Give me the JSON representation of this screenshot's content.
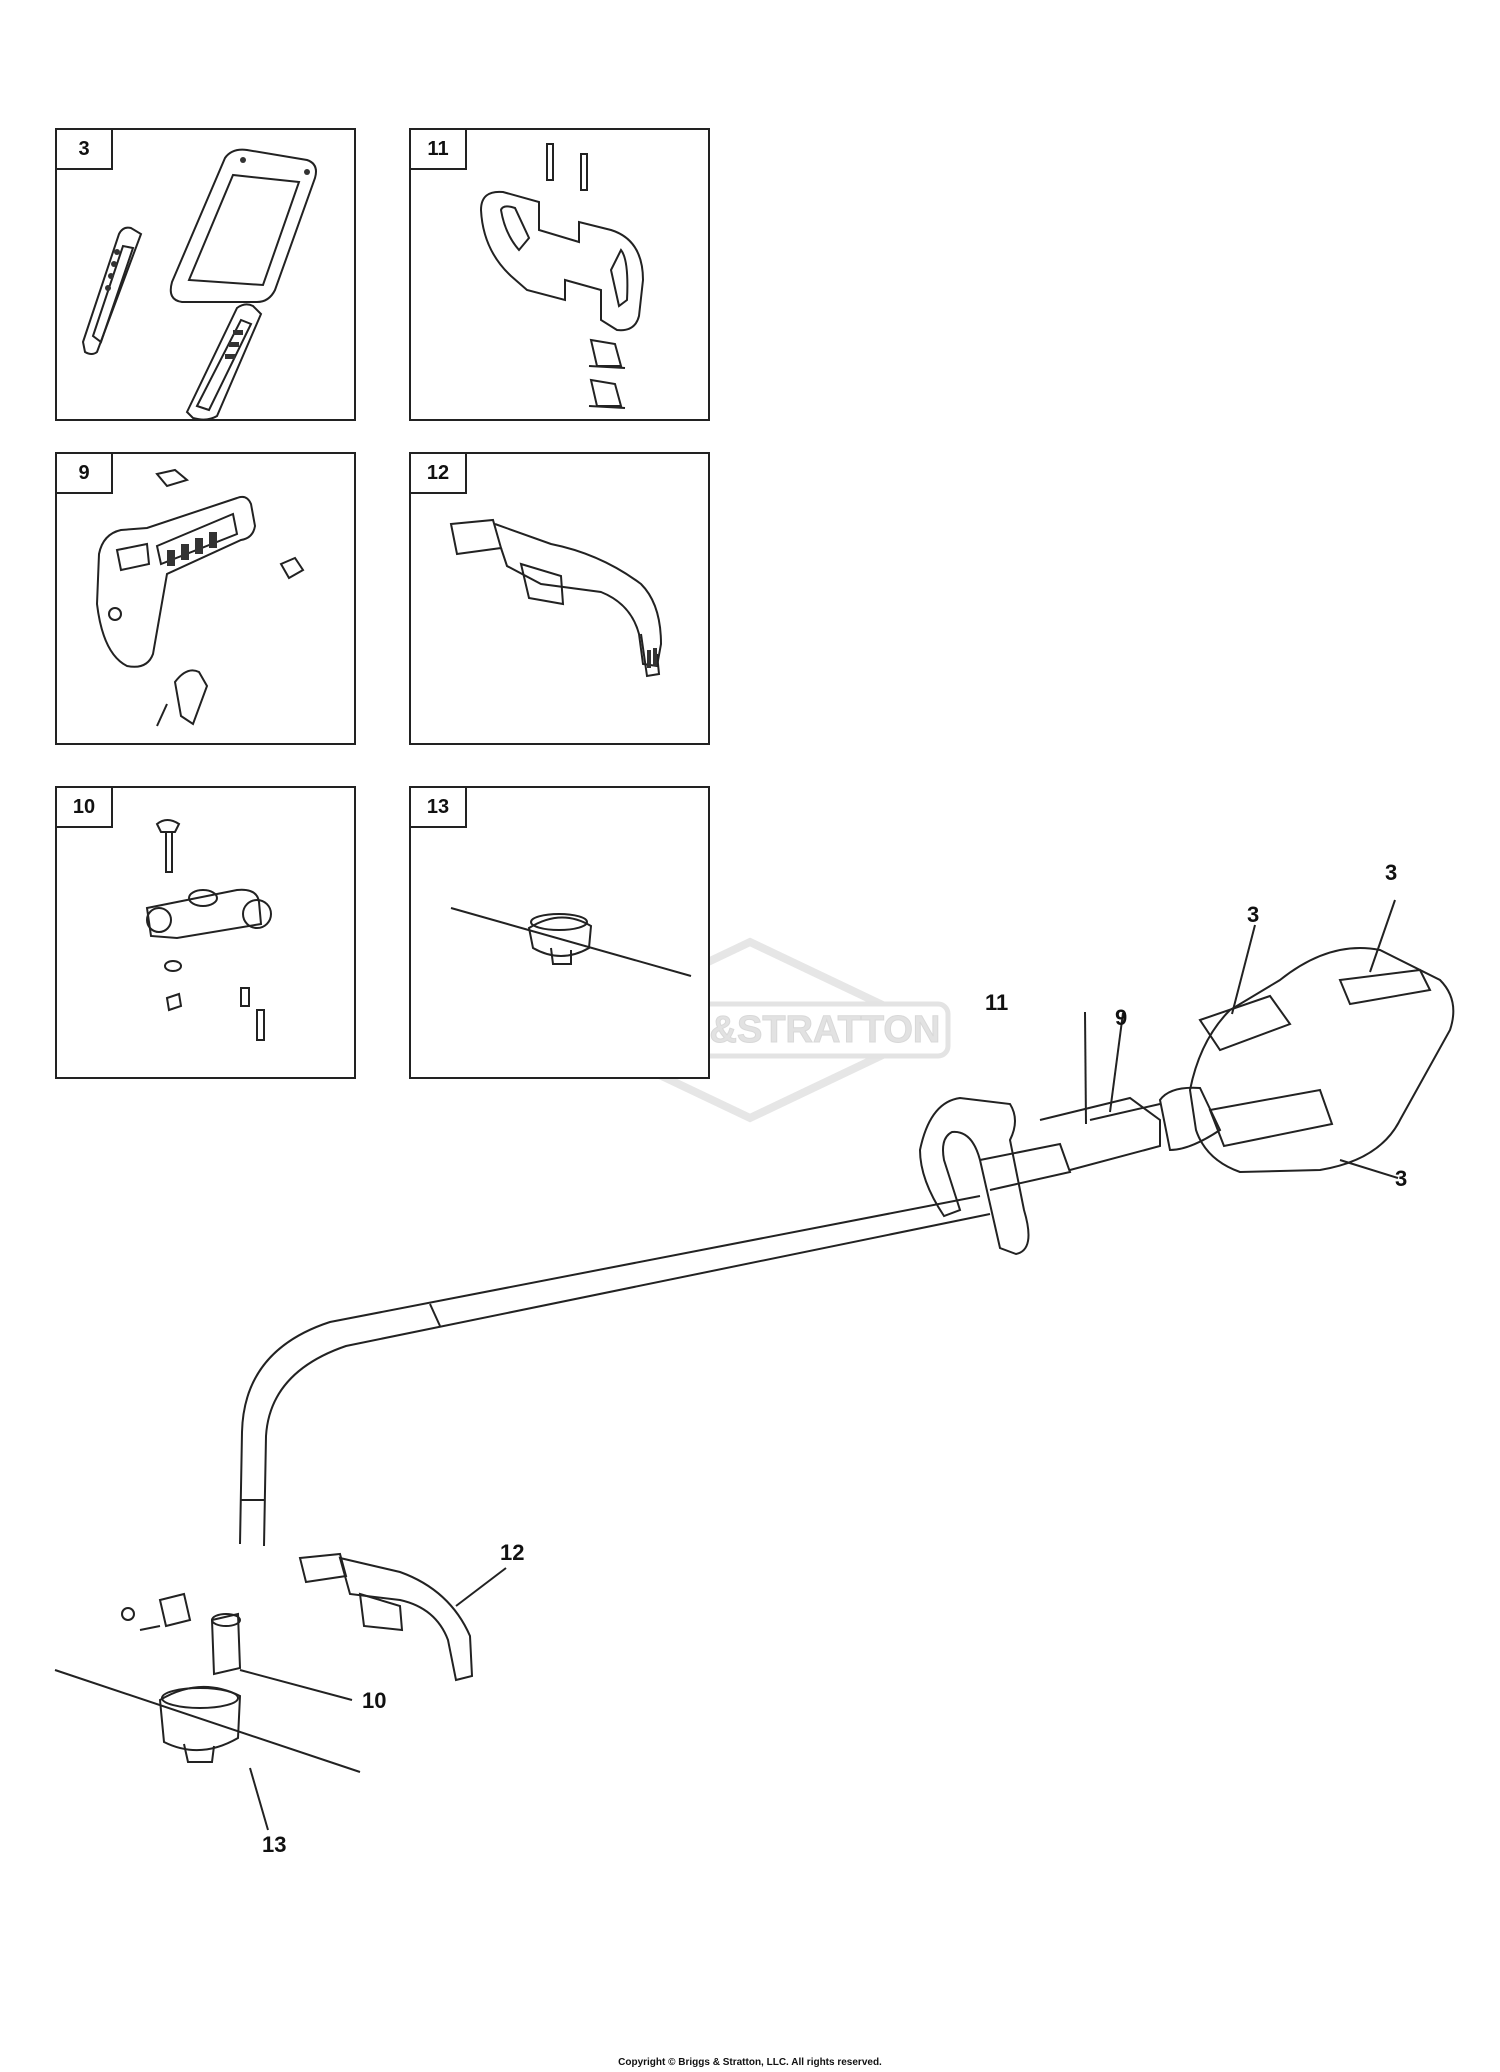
{
  "panels": [
    {
      "id": "3"
    },
    {
      "id": "11"
    },
    {
      "id": "9"
    },
    {
      "id": "12"
    },
    {
      "id": "10"
    },
    {
      "id": "13"
    }
  ],
  "callouts": {
    "top_3": "3",
    "mid_3": "3",
    "right_3": "3",
    "c11": "11",
    "c9": "9",
    "c12": "12",
    "c10": "10",
    "c13": "13"
  },
  "watermark": "BRIGGS&STRATTON",
  "copyright": "Copyright © Briggs & Stratton, LLC. All rights reserved."
}
